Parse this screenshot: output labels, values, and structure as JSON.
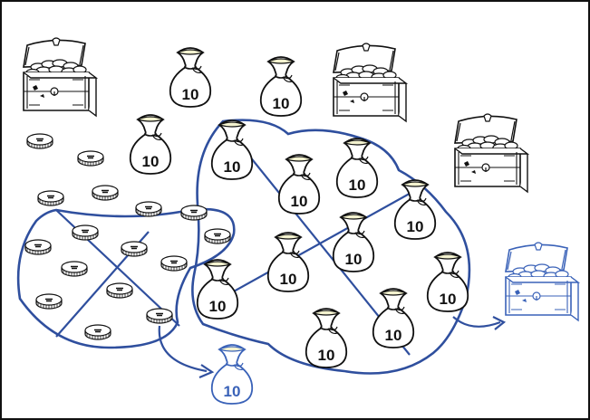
{
  "bag_label": "10",
  "colors": {
    "outline": "#111111",
    "region": "#2f4f9e",
    "highlight": "#3a62b8",
    "bag_neck_fill": "#f3f2cf"
  },
  "icons": {
    "coin": "coin-icon",
    "bag": "money-bag-icon",
    "chest": "treasure-chest-icon"
  },
  "counts": {
    "ten_coins_make_bag": 10,
    "ten_bags_make_chest": 10
  }
}
